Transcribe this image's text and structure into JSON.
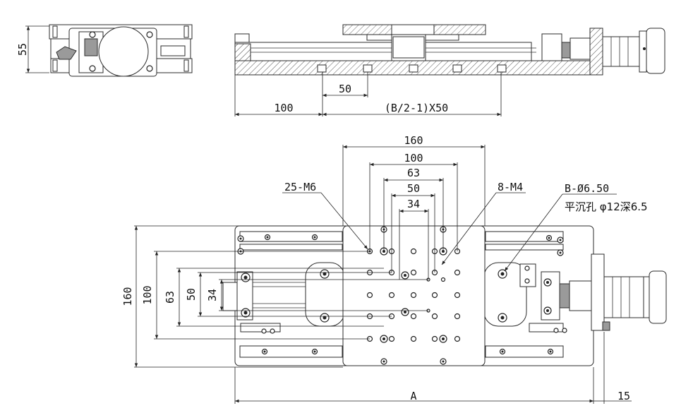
{
  "views": {
    "end_view": {
      "height_label": "55"
    },
    "side_view": {
      "pitch_label": "50",
      "offset_label": "100",
      "span_label": "(B/2-1)X50"
    },
    "top_view": {
      "width_labels": [
        "160",
        "100",
        "63",
        "50",
        "34"
      ],
      "height_labels": [
        "160",
        "100",
        "63",
        "50",
        "34"
      ],
      "hole_callouts": {
        "m6": "25-M6",
        "m4": "8-M4",
        "counterbore": "B-Ø6.50",
        "counterbore_note": "平沉孔 φ12深6.5"
      },
      "length_label": "A",
      "knob_offset_label": "15"
    }
  }
}
